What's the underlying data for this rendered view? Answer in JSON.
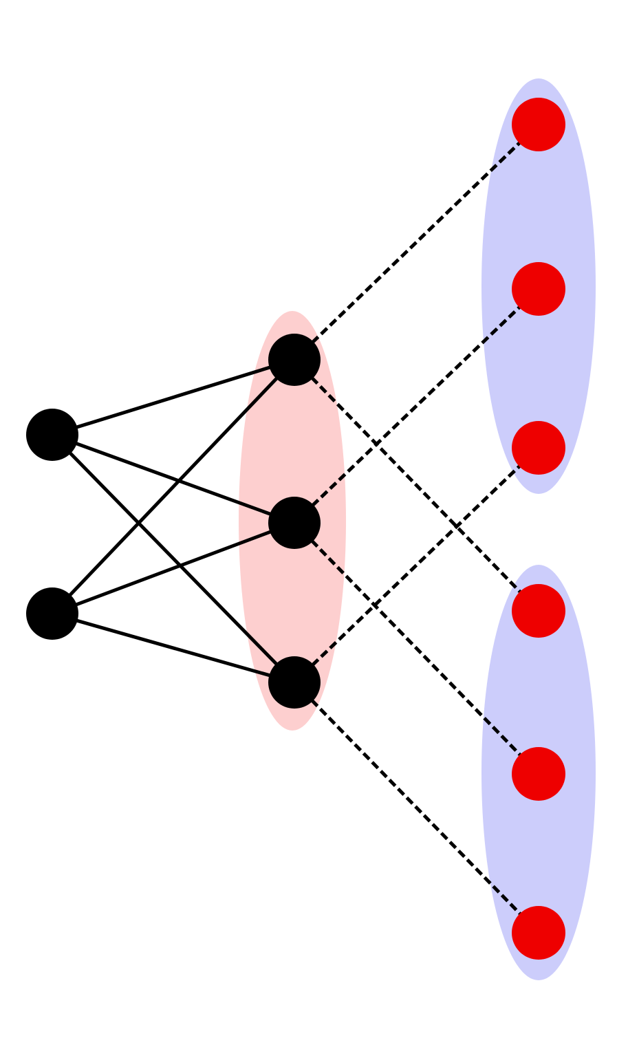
{
  "diagram": {
    "colors": {
      "background": "#ffffff",
      "input_node": "#000000",
      "hidden_node": "#000000",
      "output_node": "#ee0000",
      "hidden_group": "#fdcfcf",
      "output_group": "#cccdfb",
      "solid_edge": "#000000",
      "dashed_edge": "#000000"
    },
    "layers": [
      {
        "id": "input",
        "node_count": 2
      },
      {
        "id": "hidden",
        "node_count": 3
      },
      {
        "id": "output",
        "node_count": 6
      }
    ],
    "groups": [
      {
        "id": "hidden-group",
        "layer": "hidden",
        "members": [
          "h1",
          "h2",
          "h3"
        ]
      },
      {
        "id": "output-group-1",
        "layer": "output",
        "members": [
          "o1",
          "o2",
          "o3"
        ]
      },
      {
        "id": "output-group-2",
        "layer": "output",
        "members": [
          "o4",
          "o5",
          "o6"
        ]
      }
    ],
    "solid_edges": [
      [
        "i1",
        "h1"
      ],
      [
        "i1",
        "h2"
      ],
      [
        "i1",
        "h3"
      ],
      [
        "i2",
        "h1"
      ],
      [
        "i2",
        "h2"
      ],
      [
        "i2",
        "h3"
      ]
    ],
    "dashed_edges": [
      [
        "h1",
        "o1"
      ],
      [
        "h1",
        "o4"
      ],
      [
        "h2",
        "o2"
      ],
      [
        "h2",
        "o5"
      ],
      [
        "h3",
        "o3"
      ],
      [
        "h3",
        "o6"
      ]
    ]
  }
}
